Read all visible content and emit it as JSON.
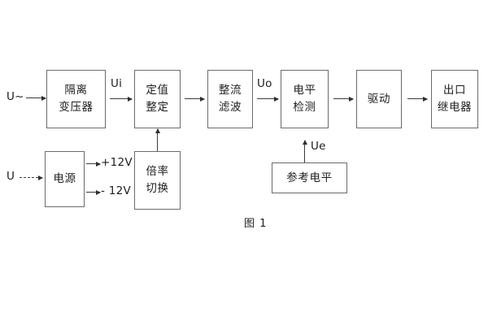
{
  "figure": {
    "caption": "图 1",
    "line_color": "#6b6b6b",
    "arrow_color": "#3a3a3a",
    "text_color": "#1d1d1f",
    "background": "#ffffff"
  },
  "blocks": {
    "isolation_transformer": {
      "line1": "隔离",
      "line2": "变压器"
    },
    "setting_value": {
      "line1": "定值",
      "line2": "整定"
    },
    "rectify_filter": {
      "line1": "整流",
      "line2": "滤波"
    },
    "level_detect": {
      "line1": "电平",
      "line2": "检测"
    },
    "drive": {
      "line1": "驱动"
    },
    "output_relay": {
      "line1": "出口",
      "line2": "继电器"
    },
    "power_supply": {
      "line1": "电源"
    },
    "multiplier_switch": {
      "line1": "倍率",
      "line2": "切换"
    },
    "reference_level": {
      "line1": "参考电平"
    }
  },
  "labels": {
    "input_ac": "U~",
    "input_dc": "U",
    "ui": "Ui",
    "uo": "Uo",
    "ue": "Ue",
    "pos12v": "+12V",
    "neg12v": "- 12V"
  }
}
